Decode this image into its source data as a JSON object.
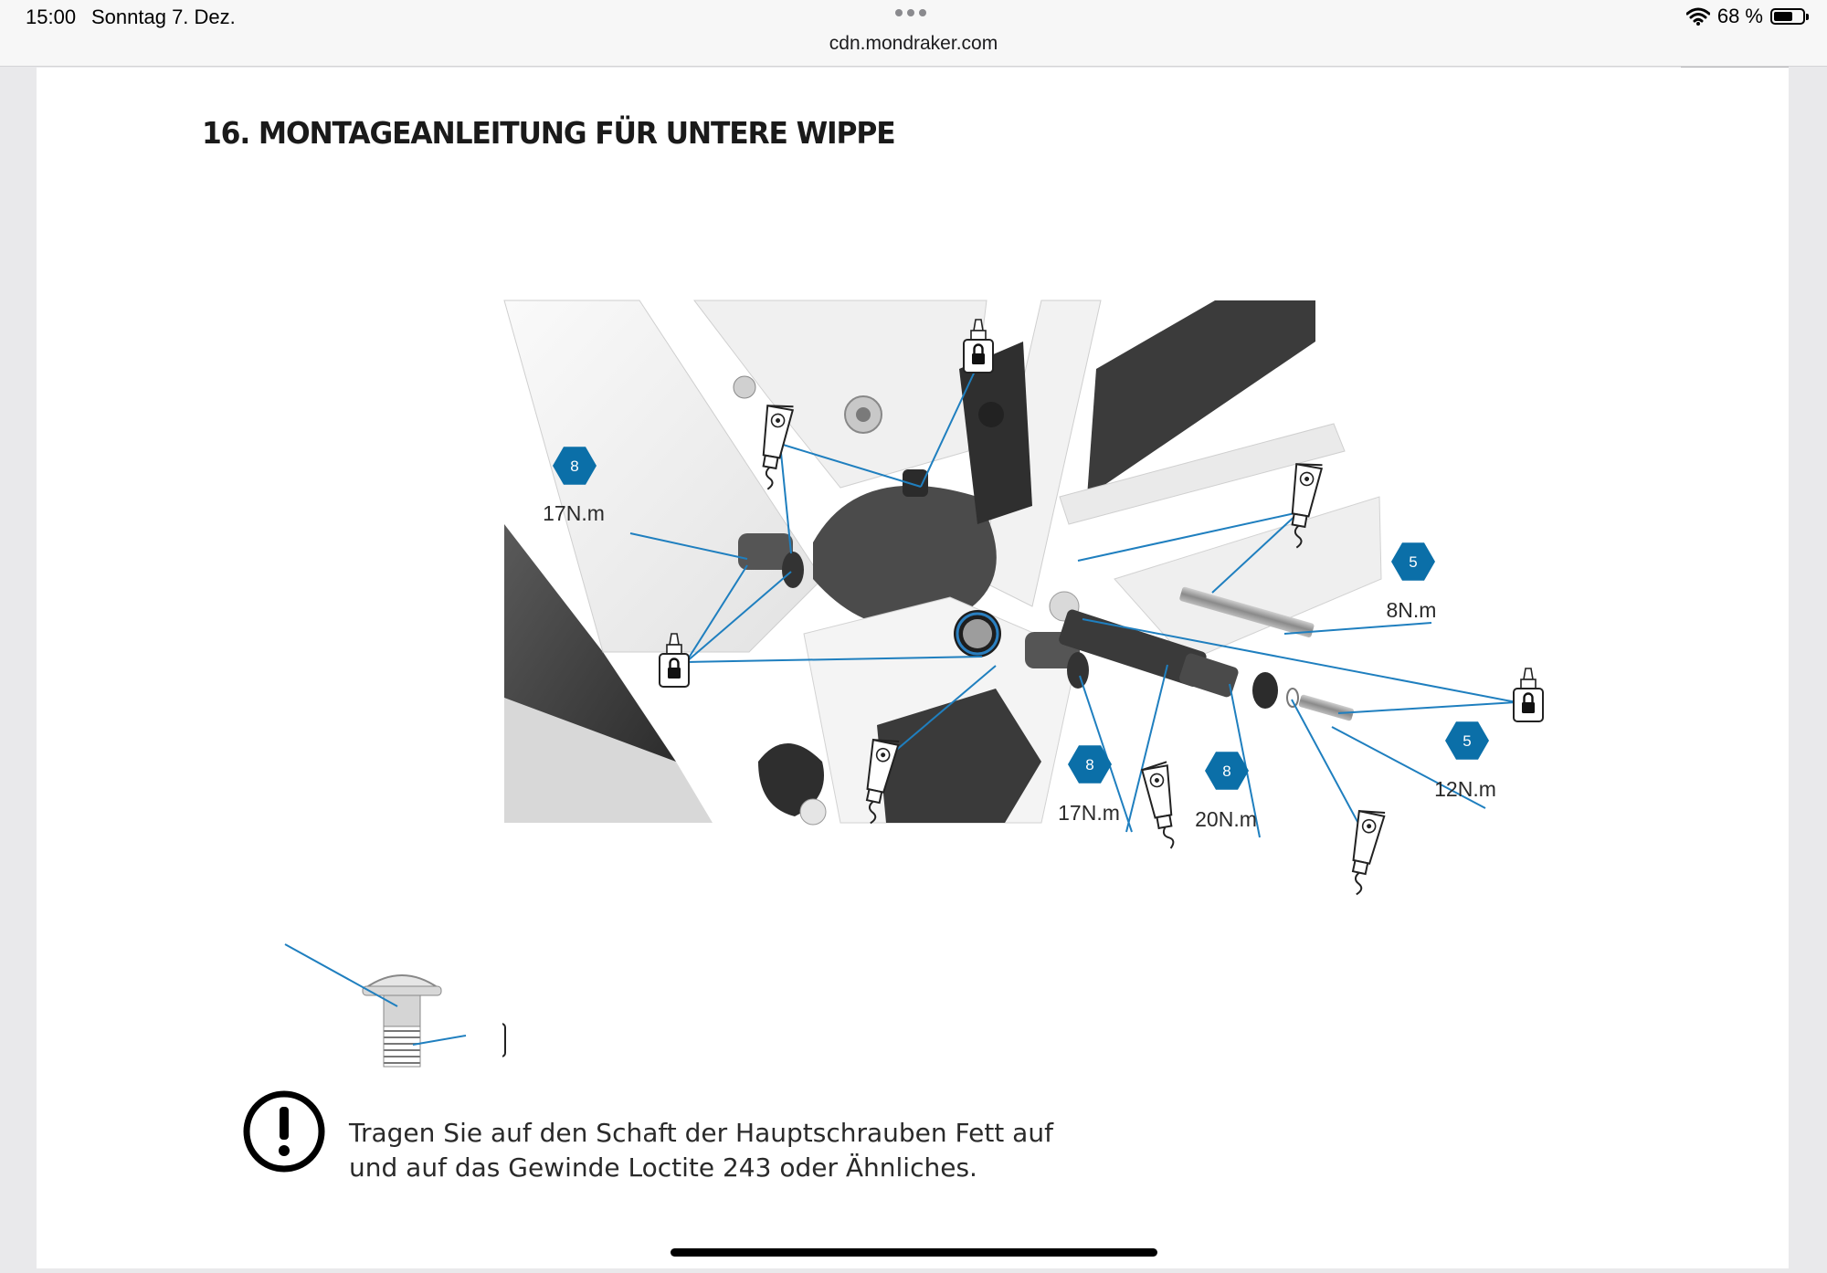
{
  "status_bar": {
    "time": "15:00",
    "date": "Sonntag 7. Dez.",
    "url": "cdn.mondraker.com",
    "battery_percent": "68 %",
    "battery_level": 0.68
  },
  "document": {
    "title": "16. MONTAGEANLEITUNG FÜR UNTERE WIPPE",
    "diagram": {
      "hex_badges": [
        "8",
        "8",
        "8",
        "5",
        "5"
      ],
      "torque_labels": [
        "17N.m",
        "17N.m",
        "20N.m",
        "8N.m",
        "12N.m"
      ]
    },
    "note": {
      "line1": "Tragen Sie auf den Schaft der Hauptschrauben Fett auf",
      "line2": "und auf das Gewinde Loctite 243 oder Ähnliches."
    }
  },
  "colors": {
    "badge_blue": "#0b6fa8",
    "leader_line": "#1f7fbf",
    "frame_dark": "#3a3a3a",
    "frame_white": "#f3f3f3"
  },
  "icons": [
    "wifi-icon",
    "battery-icon",
    "grease-tube-icon",
    "threadlocker-bottle-icon",
    "warning-exclamation-icon"
  ]
}
